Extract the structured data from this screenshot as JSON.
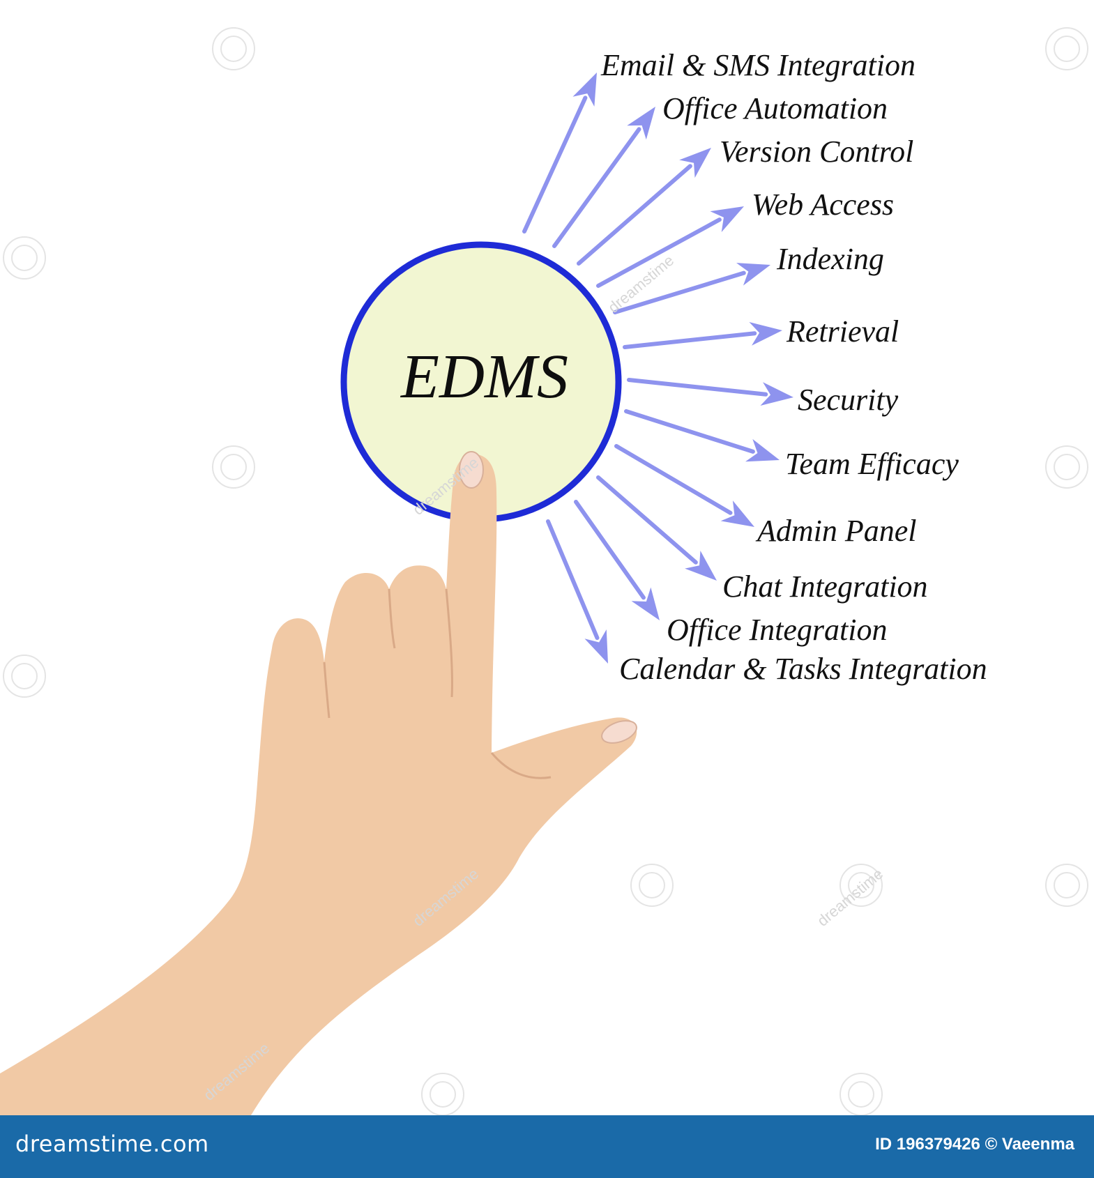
{
  "diagram": {
    "center_label": "EDMS",
    "colors": {
      "circle_fill": "#f2f6d2",
      "circle_stroke": "#1e2bd6",
      "arrow": "#8e93ee",
      "text": "#111111",
      "skin": "#f1c9a5"
    },
    "items": [
      "Email & SMS Integration",
      "Office Automation",
      "Version Control",
      "Web Access",
      "Indexing",
      "Retrieval",
      "Security",
      "Team Efficacy",
      "Admin Panel",
      "Chat Integration",
      "Office Integration",
      "Calendar & Tasks Integration"
    ],
    "hand": "pointing-hand-icon"
  },
  "footer": {
    "brand": "dreamstime.com",
    "credit": "ID 196379426 © Vaeenma",
    "background": "#1a6aa8"
  }
}
